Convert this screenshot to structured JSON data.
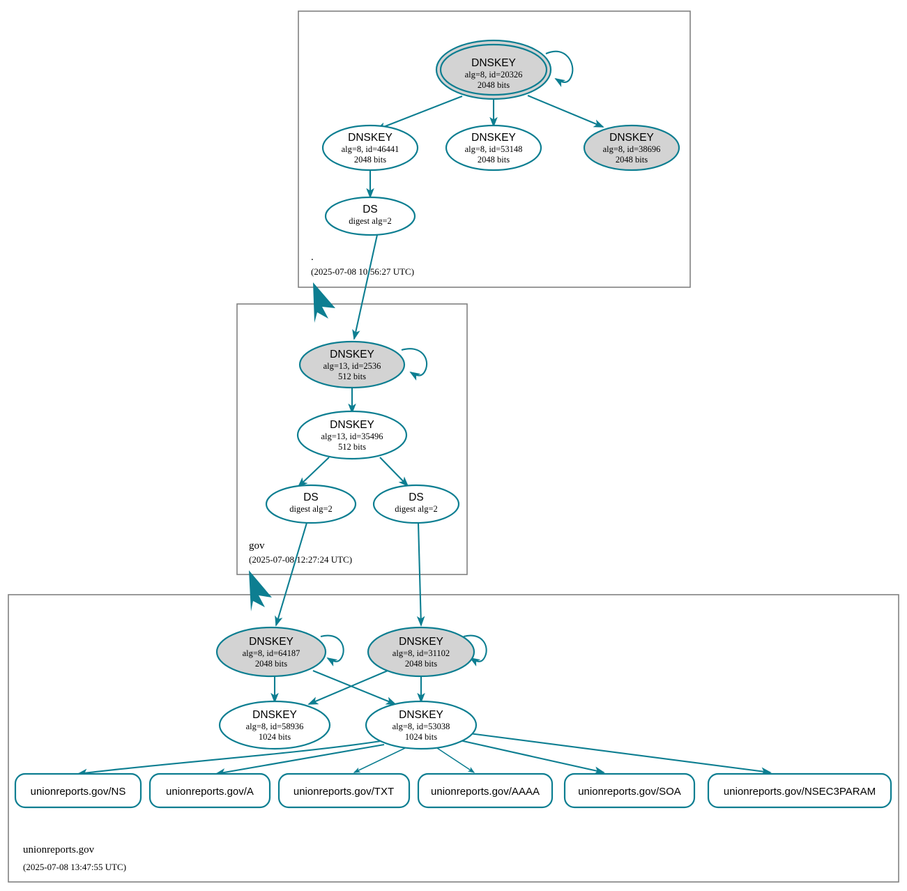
{
  "diagram": {
    "type": "dnssec-authentication-chain",
    "accent_color": "#0d7e91",
    "zone_border_color": "#808080",
    "secure_key_fill": "#d3d3d3",
    "plain_key_fill": "#ffffff"
  },
  "zones": [
    {
      "id": "root",
      "label": ".",
      "timestamp": "(2025-07-08 10:56:27 UTC)",
      "keys": [
        {
          "id": "root-ksk-20326",
          "title": "DNSKEY",
          "line2": "alg=8, id=20326",
          "line3": "2048 bits",
          "shaded": true,
          "trust_anchor": true,
          "self_sign": true
        },
        {
          "id": "root-zsk-46441",
          "title": "DNSKEY",
          "line2": "alg=8, id=46441",
          "line3": "2048 bits",
          "shaded": false,
          "trust_anchor": false,
          "self_sign": false
        },
        {
          "id": "root-zsk-53148",
          "title": "DNSKEY",
          "line2": "alg=8, id=53148",
          "line3": "2048 bits",
          "shaded": false,
          "trust_anchor": false,
          "self_sign": false
        },
        {
          "id": "root-key-38696",
          "title": "DNSKEY",
          "line2": "alg=8, id=38696",
          "line3": "2048 bits",
          "shaded": true,
          "trust_anchor": false,
          "self_sign": false
        }
      ],
      "ds_records": [
        {
          "id": "root-ds-1",
          "title": "DS",
          "line2": "digest alg=2"
        }
      ]
    },
    {
      "id": "gov",
      "label": "gov",
      "timestamp": "(2025-07-08 12:27:24 UTC)",
      "keys": [
        {
          "id": "gov-ksk-2536",
          "title": "DNSKEY",
          "line2": "alg=13, id=2536",
          "line3": "512 bits",
          "shaded": true,
          "trust_anchor": false,
          "self_sign": true
        },
        {
          "id": "gov-zsk-35496",
          "title": "DNSKEY",
          "line2": "alg=13, id=35496",
          "line3": "512 bits",
          "shaded": false,
          "trust_anchor": false,
          "self_sign": false
        }
      ],
      "ds_records": [
        {
          "id": "gov-ds-left",
          "title": "DS",
          "line2": "digest alg=2"
        },
        {
          "id": "gov-ds-right",
          "title": "DS",
          "line2": "digest alg=2"
        }
      ]
    },
    {
      "id": "unionreports-gov",
      "label": "unionreports.gov",
      "timestamp": "(2025-07-08 13:47:55 UTC)",
      "keys": [
        {
          "id": "ur-ksk-64187",
          "title": "DNSKEY",
          "line2": "alg=8, id=64187",
          "line3": "2048 bits",
          "shaded": true,
          "trust_anchor": false,
          "self_sign": true
        },
        {
          "id": "ur-ksk-31102",
          "title": "DNSKEY",
          "line2": "alg=8, id=31102",
          "line3": "2048 bits",
          "shaded": true,
          "trust_anchor": false,
          "self_sign": true
        },
        {
          "id": "ur-zsk-58936",
          "title": "DNSKEY",
          "line2": "alg=8, id=58936",
          "line3": "1024 bits",
          "shaded": false,
          "trust_anchor": false,
          "self_sign": false
        },
        {
          "id": "ur-zsk-53038",
          "title": "DNSKEY",
          "line2": "alg=8, id=53038",
          "line3": "1024 bits",
          "shaded": false,
          "trust_anchor": false,
          "self_sign": false
        }
      ],
      "rrsets": [
        {
          "id": "rr-ns",
          "label": "unionreports.gov/NS"
        },
        {
          "id": "rr-a",
          "label": "unionreports.gov/A"
        },
        {
          "id": "rr-txt",
          "label": "unionreports.gov/TXT"
        },
        {
          "id": "rr-aaaa",
          "label": "unionreports.gov/AAAA"
        },
        {
          "id": "rr-soa",
          "label": "unionreports.gov/SOA"
        },
        {
          "id": "rr-nsec3param",
          "label": "unionreports.gov/NSEC3PARAM"
        }
      ]
    }
  ]
}
